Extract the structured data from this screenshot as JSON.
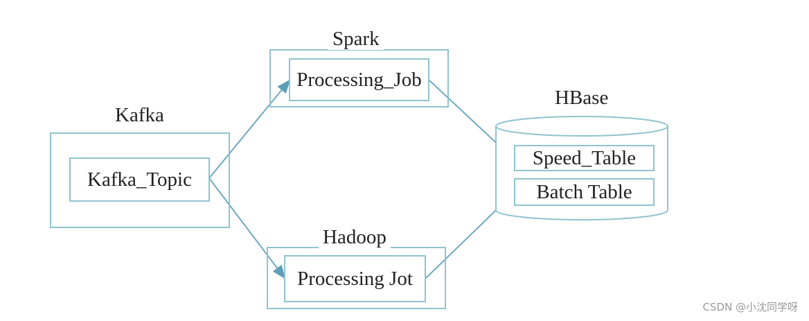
{
  "colors": {
    "border": "#8fc3cf",
    "arrow": "#6fa9c0",
    "text": "#222222"
  },
  "kafka": {
    "label": "Kafka",
    "topic": "Kafka_Topic"
  },
  "spark": {
    "label": "Spark",
    "job": "Processing_Job"
  },
  "hadoop": {
    "label": "Hadoop",
    "job": "Processing Jot"
  },
  "hbase": {
    "label": "HBase",
    "tables": [
      "Speed_Table",
      "Batch Table"
    ]
  },
  "watermark": "CSDN @小沈同学呀"
}
